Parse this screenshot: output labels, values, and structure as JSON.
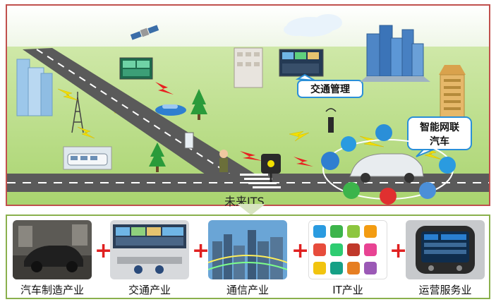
{
  "scene": {
    "traffic_mgmt_label": "交通管理",
    "connected_car_label_line1": "智能网联",
    "connected_car_label_line2": "汽车",
    "its_label": "未来ITS"
  },
  "industries": [
    {
      "label": "汽车制造产业",
      "icon": "car-factory-photo"
    },
    {
      "label": "交通产业",
      "icon": "traffic-control-room-photo"
    },
    {
      "label": "通信产业",
      "icon": "telecom-city-photo"
    },
    {
      "label": "IT产业",
      "icon": "app-icons-grid"
    },
    {
      "label": "运营服务业",
      "icon": "car-infotainment-photo"
    }
  ],
  "plus_sign": "+",
  "colors": {
    "top_border": "#c0504d",
    "bottom_border": "#8ab04d",
    "callout_border": "#2a8fd8",
    "road": "#555555",
    "plus": "#e02020"
  }
}
